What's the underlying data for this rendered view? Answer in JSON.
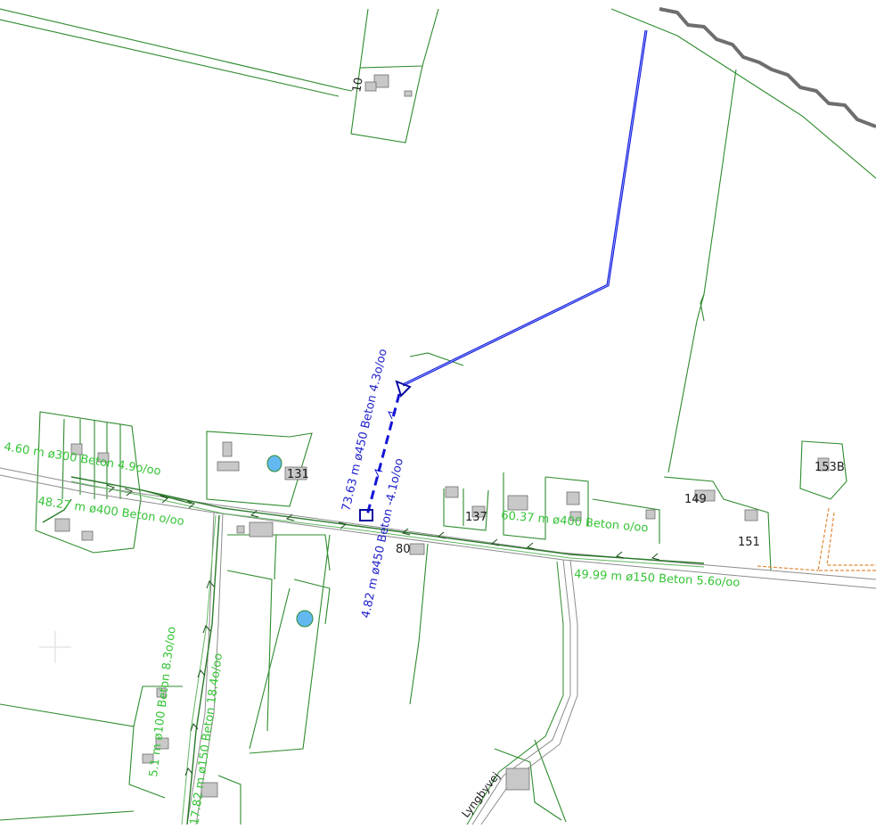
{
  "pipe_labels": {
    "l1": "4.60 m ø300 Beton 4.9o/oo",
    "l2": "48.27 m ø400 Beton o/oo",
    "l3": "73.63 m ø450 Beton 4.3o/oo",
    "l4": "4.82 m ø450 Beton -4.1o/oo",
    "l5": "60.37 m ø400 Beton o/oo",
    "l6": "49.99 m ø150 Beton 5.6o/oo",
    "l7": "5.1 m ø100 Beton 8.3o/oo",
    "l8": "17.82 m ø150 Beton 18.4o/oo"
  },
  "house_numbers": {
    "h10": "10",
    "h131": "131",
    "h137": "137",
    "h80": "80",
    "h149": "149",
    "h151": "151",
    "h153b": "153B"
  },
  "road_names": {
    "lyngbyvej": "Lyngbyvej"
  },
  "colors": {
    "parcel": "#2e8b2e",
    "main_pipe": "#1414d8",
    "pipe_label": "#35c435",
    "blue_label": "#2222cc",
    "coast": "#6e6e6e",
    "private": "#e08a3c"
  }
}
